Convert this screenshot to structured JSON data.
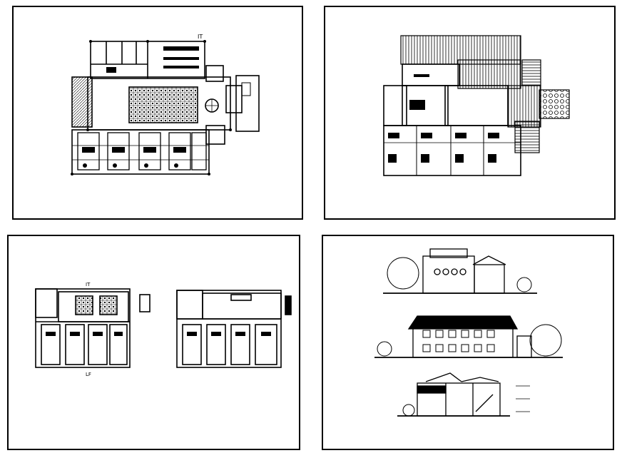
{
  "sheet": {
    "background": "#ffffff",
    "line_color": "#000000",
    "panel_count": 4
  },
  "panels": [
    {
      "id": "ground-floor-plan",
      "kind": "floor-plan"
    },
    {
      "id": "upper-floor-plan",
      "kind": "floor-plan"
    },
    {
      "id": "partial-plans",
      "kind": "floor-plan"
    },
    {
      "id": "elevations-and-section",
      "kind": "elevation"
    }
  ],
  "labels": {
    "north_mark": "IT",
    "section_mark": "LF"
  }
}
